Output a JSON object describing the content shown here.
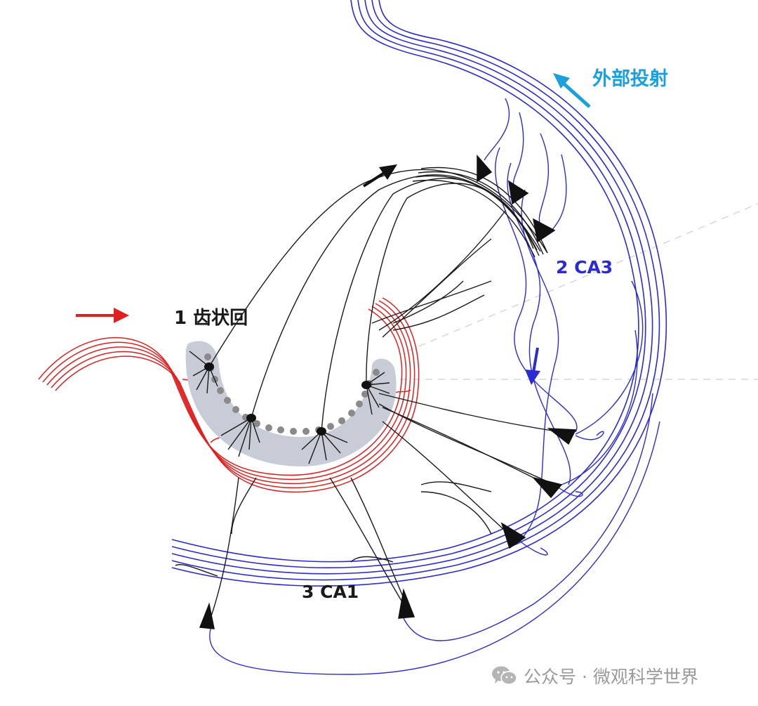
{
  "labels": {
    "dentate_gyrus": "1 齿状回",
    "ca3": "2 CA3",
    "ca1": "3 CA1",
    "external_projection": "外部投射"
  },
  "watermark": {
    "text": "公众号 · 微观科学世界",
    "icon": "wechat-icon"
  },
  "colors": {
    "input_pathway": "#e02020",
    "ca3_axons": "#2b2bd4",
    "mossy_fibers": "#1a1a1a",
    "external_label": "#1aa0dc",
    "granule_layer": "#c8ccd6",
    "granule_cells": "#8a8a8a"
  }
}
